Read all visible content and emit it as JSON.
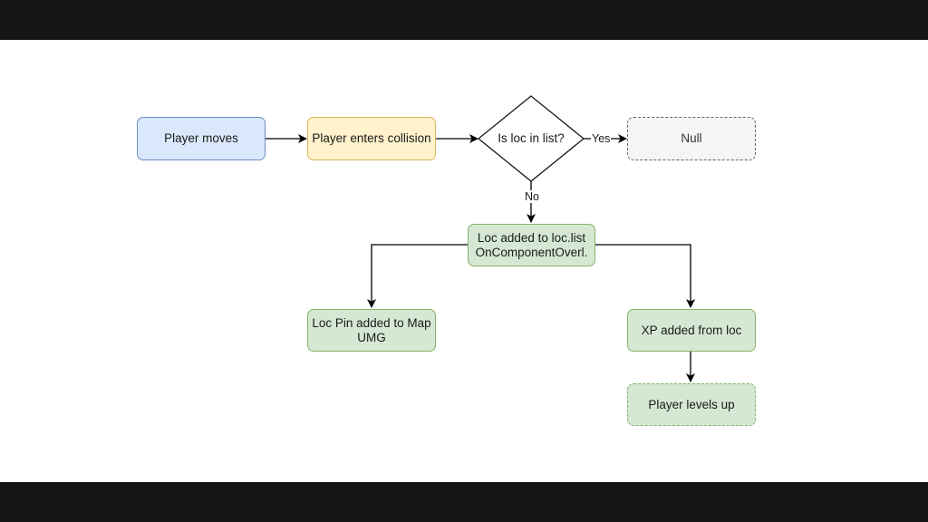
{
  "nodes": {
    "player_moves": "Player moves",
    "player_enters_collision": "Player enters collision",
    "is_loc_in_list": "Is loc in list?",
    "null": "Null",
    "loc_added": "Loc added to loc.list\nOnComponentOverl.",
    "loc_pin_added": "Loc Pin added to Map\nUMG",
    "xp_added": "XP added from loc",
    "player_levels_up": "Player levels up"
  },
  "edges": {
    "yes_label": "Yes",
    "no_label": "No"
  },
  "colors": {
    "blue_fill": "#dae8fc",
    "yellow_fill": "#fff2cc",
    "green_fill": "#d5e8d4",
    "grey_fill": "#f5f5f5",
    "letterbox": "#151515"
  }
}
